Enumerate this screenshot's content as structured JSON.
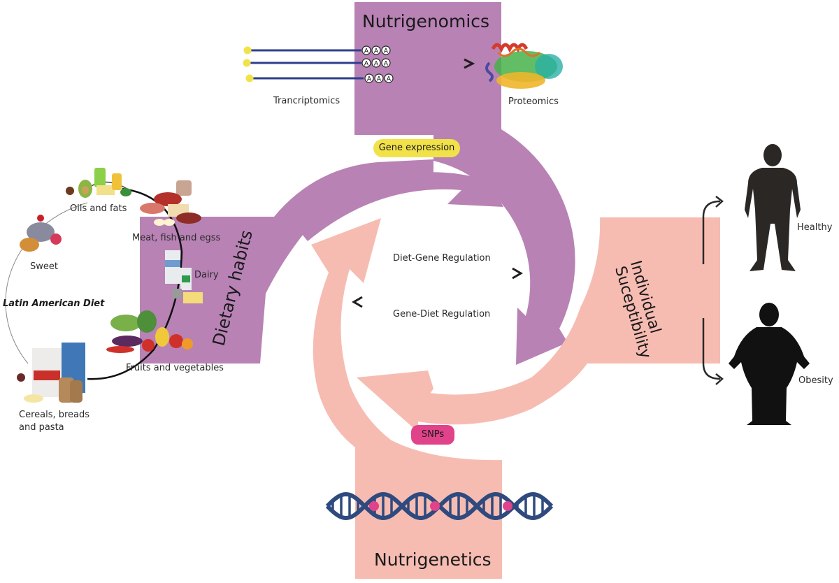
{
  "colors": {
    "purple": "#b882b5",
    "salmon": "#f6bcb2",
    "navy": "#2e4a7e",
    "snp_pink": "#e0438a",
    "gene_yellow": "#f2e24a",
    "dark": "#1f1f1f"
  },
  "nutrigenomics": {
    "title": "Nutrigenomics",
    "transcriptomics_label": "Trancriptomics",
    "proteomics_label": "Proteomics",
    "polyA": [
      "A",
      "A",
      "A"
    ]
  },
  "gene_expression_label": "Gene expression",
  "dietary_habits": {
    "title": "Dietary habits"
  },
  "diet_wheel": {
    "center_label": "Latin American Diet",
    "groups": [
      {
        "label": "Oils and fats"
      },
      {
        "label": "Meat, fish and egss"
      },
      {
        "label": "Sweet"
      },
      {
        "label": "Dairy"
      },
      {
        "label": "Fruits and vegetables"
      },
      {
        "label": "Cereals, breads and pasta"
      }
    ]
  },
  "regulation": {
    "forward": "Diet-Gene Regulation",
    "reverse": "Gene-Diet Regulation"
  },
  "susceptibility": {
    "line1": "Individual",
    "line2": "Suceptibility"
  },
  "outcomes": {
    "healthy": "Healthy",
    "obesity": "Obesity"
  },
  "snps_label": "SNPs",
  "nutrigenetics": {
    "title": "Nutrigenetics"
  }
}
